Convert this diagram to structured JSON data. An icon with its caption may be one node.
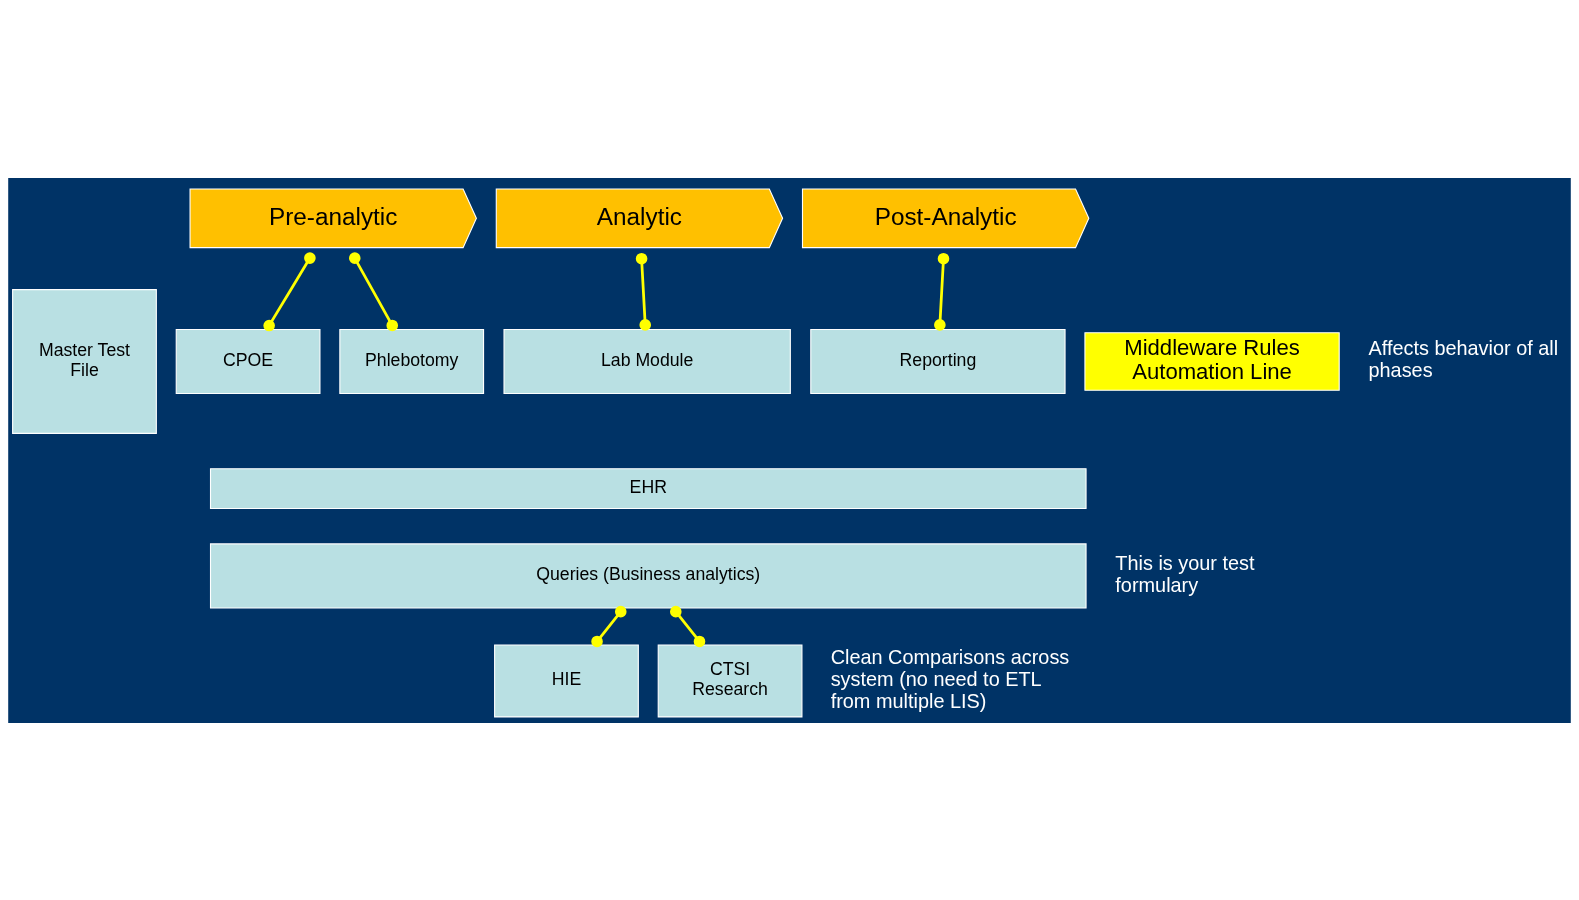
{
  "diagram": {
    "nodes": [
      {
        "text": [
          "Pre-analytic"
        ]
      },
      {
        "text": [
          "Analytic"
        ]
      },
      {
        "text": [
          "Post-Analytic"
        ]
      },
      {
        "text": [
          "Middleware Rules Automation Line"
        ]
      },
      {
        "text": [
          "Master Test File"
        ]
      },
      {
        "text": [
          "CPOE"
        ]
      },
      {
        "text": [
          "Phlebotomy"
        ]
      },
      {
        "text": [
          "Lab Module"
        ]
      },
      {
        "text": [
          "Reporting"
        ]
      },
      {
        "text": [
          "EHR"
        ]
      },
      {
        "text": [
          "Queries (Business analytics)"
        ]
      },
      {
        "text": [
          "HIE"
        ]
      },
      {
        "text": [
          "CTSI Research"
        ]
      }
    ],
    "edges": [
      {
        "from": 0,
        "to": 5,
        "arrow": "other"
      },
      {
        "from": 0,
        "to": 6,
        "arrow": "other"
      },
      {
        "from": 1,
        "to": 7,
        "arrow": "other"
      },
      {
        "from": 2,
        "to": 8,
        "arrow": "other"
      },
      {
        "from": 10,
        "to": 11,
        "arrow": "other"
      },
      {
        "from": 10,
        "to": 12,
        "arrow": "other"
      }
    ],
    "labels": [
      "Affects behavior of all phases",
      "This is your test formulary",
      "Clean Comparisons across system (no need to ETL from multiple LIS)"
    ]
  }
}
